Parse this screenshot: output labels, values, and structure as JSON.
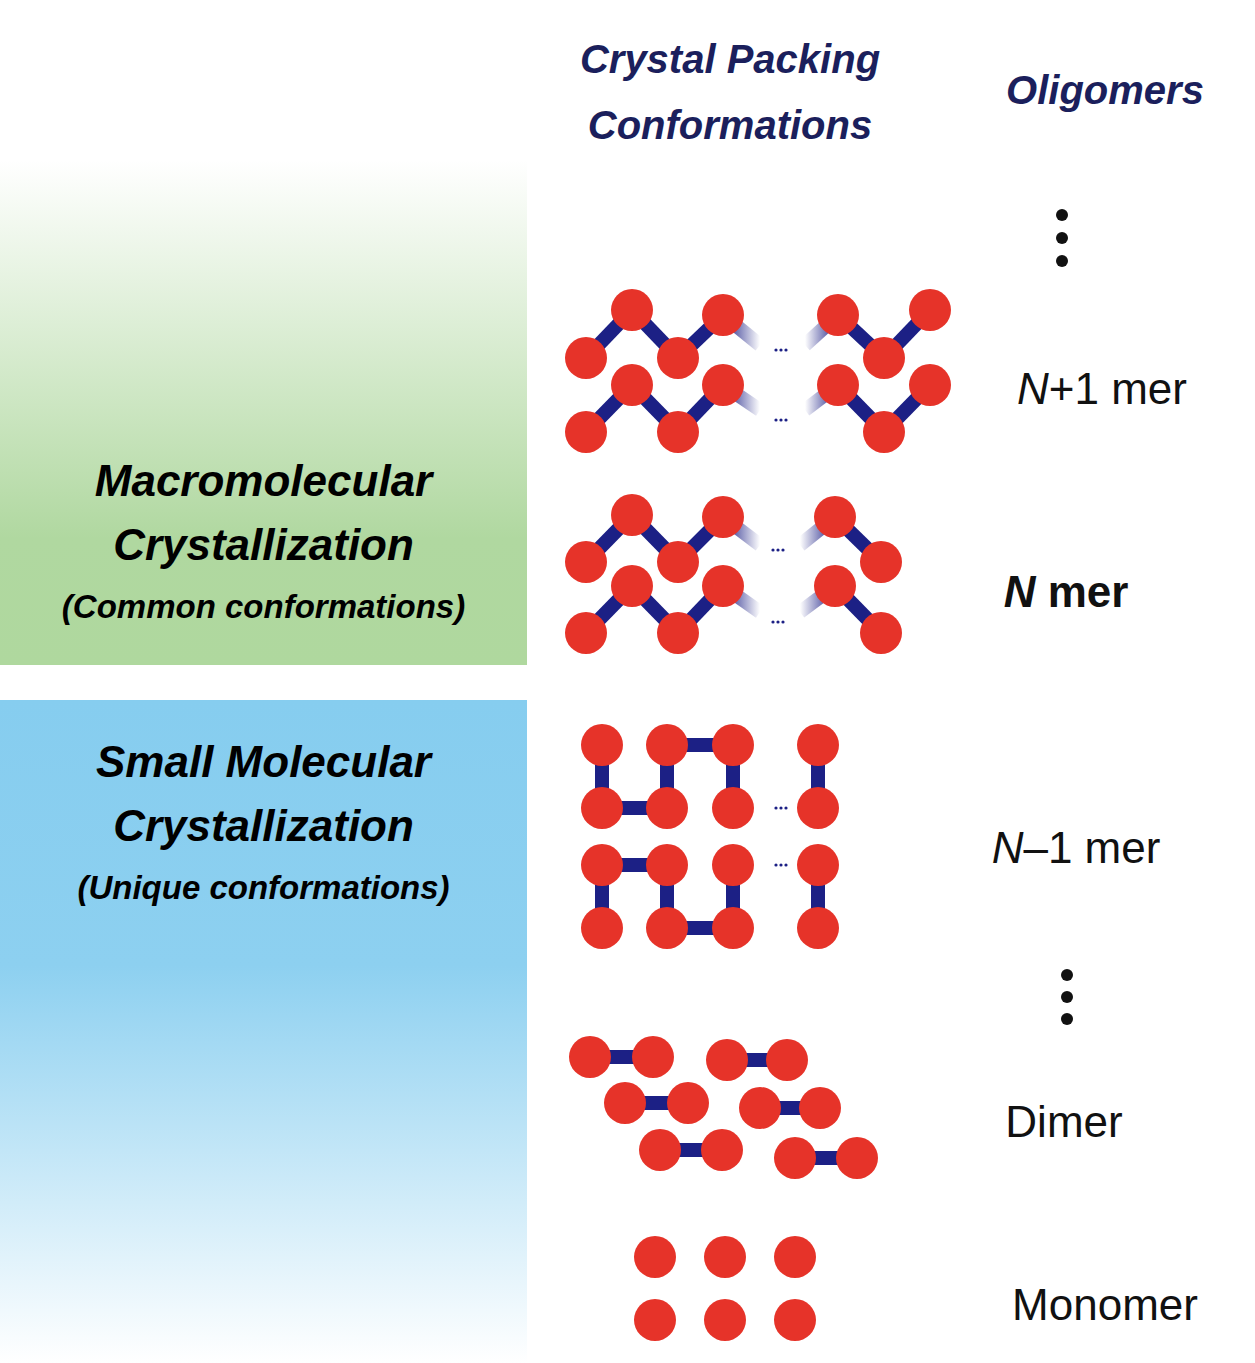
{
  "diagram": {
    "nodes": [
      {
        "text": [
          "Macromolecular Crystallization",
          "(Common conformations)"
        ]
      },
      {
        "text": [
          "Small Molecular Crystallization",
          "(Unique conformations)"
        ]
      }
    ],
    "labels": [
      "Crystal Packing Conformations",
      "Oligomers",
      "N+1 mer",
      "N mer",
      "N–1 mer",
      "Dimer",
      "Monomer"
    ]
  }
}
